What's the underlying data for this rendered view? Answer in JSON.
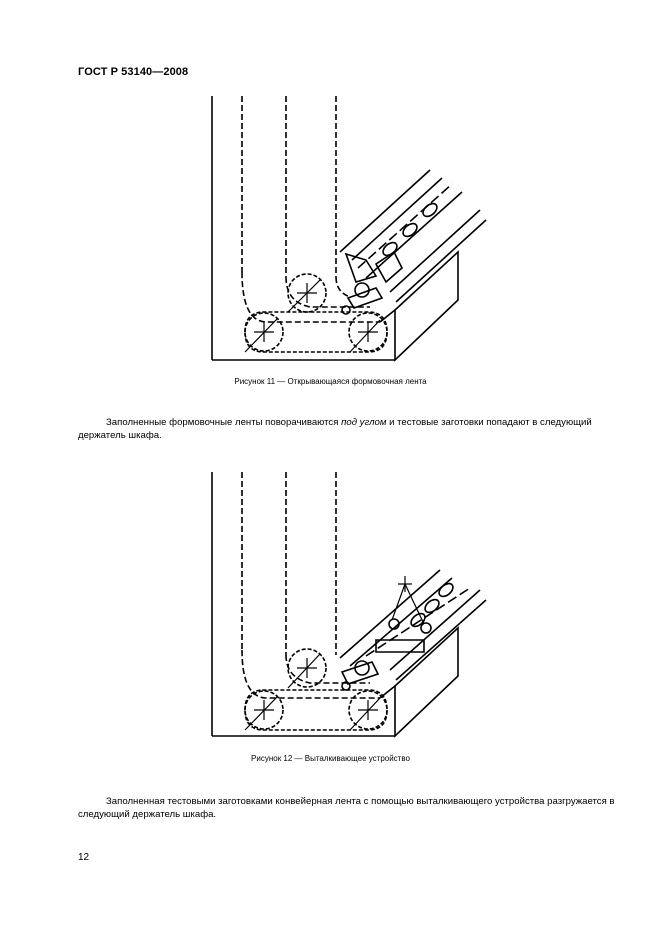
{
  "header": {
    "standard": "ГОСТ Р 53140—2008"
  },
  "figures": [
    {
      "caption": "Рисунок 11 — Открывающаяся формовочная лента"
    },
    {
      "caption": "Рисунок 12 — Выталкивающее устройство"
    }
  ],
  "paragraph1": {
    "before": "Заполненные формовочные ленты поворачиваются ",
    "italic": "под углом",
    "after": " и тестовые заготовки попадают в следующий держатель шкафа."
  },
  "paragraph2": {
    "text": "Заполненная тестовыми заготовками конвейерная лента с помощью выталкивающего устройства разгружается в следующий держатель шкафа."
  },
  "page_number": "12"
}
